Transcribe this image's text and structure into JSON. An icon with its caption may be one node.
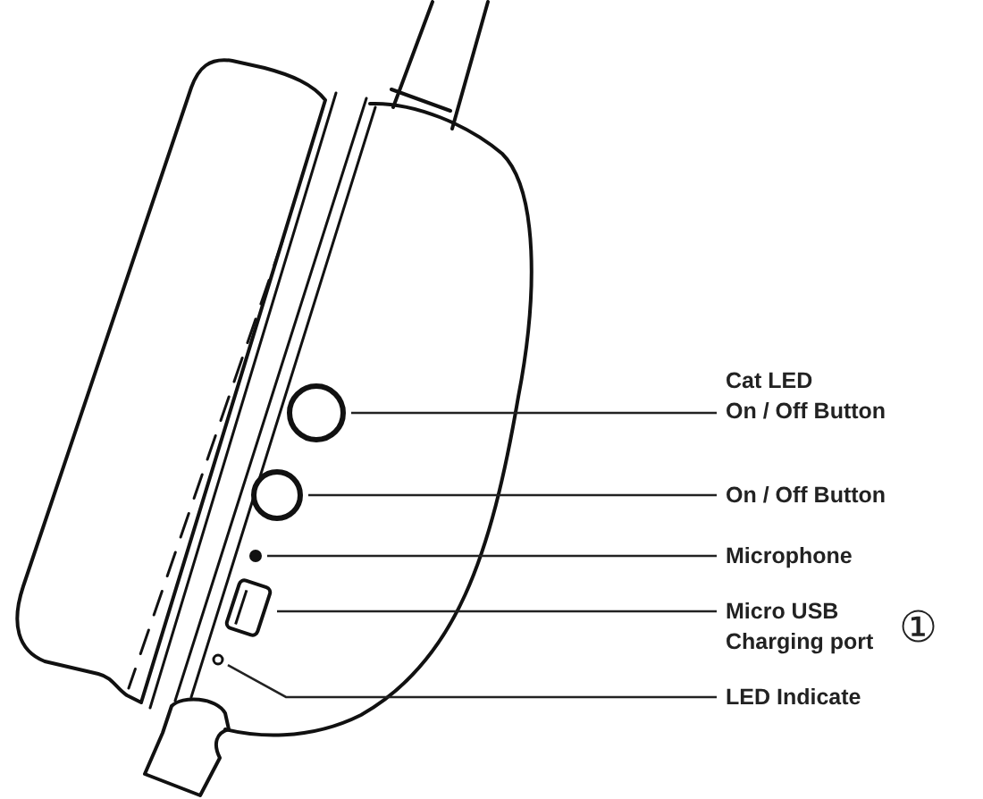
{
  "diagram": {
    "nodes": [
      {
        "text": [
          "Cat LED On / Off Button"
        ]
      },
      {
        "text": [
          "On / Off Button"
        ]
      },
      {
        "text": [
          "Microphone"
        ]
      },
      {
        "text": [
          "Micro USB Charging port"
        ]
      },
      {
        "text": [
          "LED Indicate"
        ]
      },
      {
        "text": [],
        "shape": "circle"
      },
      {
        "text": [],
        "shape": "circle"
      },
      {
        "text": [],
        "shape": "circle"
      },
      {
        "text": [],
        "shape": "box"
      },
      {
        "text": [],
        "shape": "circle"
      }
    ],
    "edges": [
      {
        "from": 0,
        "to": 5,
        "arrow": "none"
      },
      {
        "from": 1,
        "to": 6,
        "arrow": "none"
      },
      {
        "from": 2,
        "to": 7,
        "arrow": "none"
      },
      {
        "from": 3,
        "to": 8,
        "arrow": "none"
      },
      {
        "from": 4,
        "to": 9,
        "arrow": "none"
      }
    ],
    "labels": [
      "①"
    ]
  }
}
